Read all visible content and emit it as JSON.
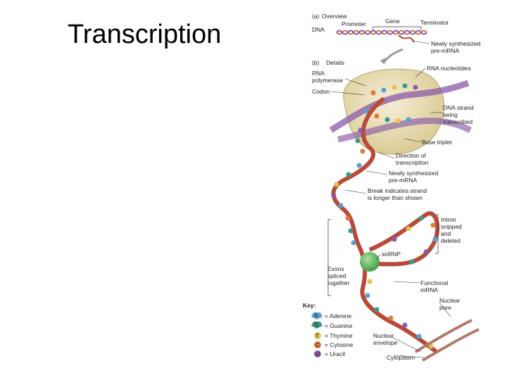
{
  "slide": {
    "title": "Transcription"
  },
  "diagram": {
    "panel_a": {
      "label": "(a)",
      "heading": "Overview",
      "gene": "Gene",
      "promoter": "Promoter",
      "terminator": "Terminator",
      "dna": "DNA",
      "pre_mrna": [
        "Newly synthesized",
        "pre-mRNA"
      ]
    },
    "panel_b": {
      "label": "(b)",
      "heading": "Details",
      "rna_polymerase": [
        "RNA",
        "polymerase"
      ],
      "codon": "Codon",
      "rna_nucleotides": "RNA nucleotides",
      "dna_strand": [
        "DNA strand",
        "being",
        "transcribed"
      ],
      "base_triplet": "Base triplet",
      "direction": [
        "Direction of",
        "transcription"
      ],
      "pre_mrna": [
        "Newly synthesized",
        "pre-mRNA"
      ],
      "break_note": [
        "Break indicates strand",
        "is longer than shown"
      ],
      "intron": [
        "Intron",
        "snipped",
        "and",
        "deleted"
      ],
      "snrnp": "snRNP",
      "exons": [
        "Exons",
        "spliced",
        "together"
      ],
      "functional_mrna": [
        "Functional",
        "mRNA"
      ],
      "nuclear_pore": [
        "Nuclear",
        "pore"
      ],
      "nuclear_envelope": [
        "Nuclear",
        "envelope"
      ],
      "cytoplasm": "Cytoplasm"
    },
    "key": {
      "title": "Key:",
      "items": [
        {
          "letter": "A",
          "label": "= Adenine",
          "color": "#5aa0d0"
        },
        {
          "letter": "G",
          "label": "= Guanine",
          "color": "#3a9a8a"
        },
        {
          "letter": "T",
          "label": "= Thymine",
          "color": "#e8c24a"
        },
        {
          "letter": "C",
          "label": "= Cytosine",
          "color": "#e07a3a"
        },
        {
          "letter": "U",
          "label": "= Uracil",
          "color": "#8a5ab0"
        }
      ]
    },
    "colors": {
      "rna_strand": "#b84a3a",
      "dna_strand": "#8a5aa8",
      "polymerase": "#e8dcb0",
      "snrnp": "#5ab85a"
    }
  }
}
